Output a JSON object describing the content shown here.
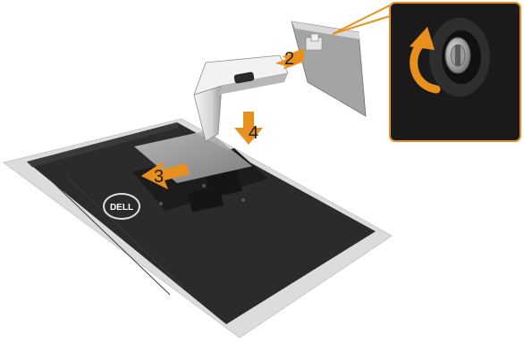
{
  "steps": [
    {
      "number": "2"
    },
    {
      "number": "3"
    },
    {
      "number": "4"
    }
  ],
  "logo_text": "DELL",
  "colors": {
    "background": "#ffffff",
    "mat": "#dcdcdc",
    "monitor_back": "#2b2b2b",
    "stand": "#e8e8e8",
    "base_plate": "#a9a9a9",
    "arrow": "#e8901e",
    "callout_border": "#e8901e",
    "callout_bg": "#1a1a1a"
  },
  "icons": [
    "rotate-arrow-icon",
    "screw-icon",
    "arrow-down-icon",
    "arrow-left-icon"
  ]
}
